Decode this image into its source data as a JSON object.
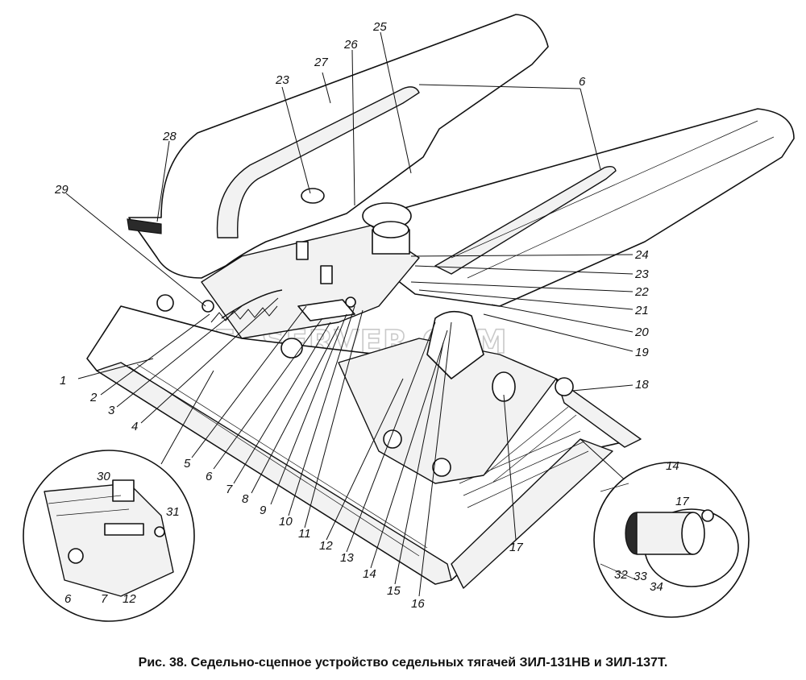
{
  "caption": "Рис. 38. Седельно-сцепное устройство седельных тягачей ЗИЛ-131НВ и ЗИЛ-137Т.",
  "watermark": "SPECSERVER.COM",
  "callouts": {
    "c1": "1",
    "c2": "2",
    "c3": "3",
    "c4": "4",
    "c5": "5",
    "c6a": "6",
    "c6b": "6",
    "c7": "7",
    "c8": "8",
    "c9": "9",
    "c10": "10",
    "c11": "11",
    "c12": "12",
    "c13": "13",
    "c14": "14",
    "c15": "15",
    "c16": "16",
    "c17": "17",
    "c18": "18",
    "c19": "19",
    "c20": "20",
    "c21": "21",
    "c22": "22",
    "c23a": "23",
    "c23b": "23",
    "c24": "24",
    "c25": "25",
    "c26": "26",
    "c27": "27",
    "c28": "28",
    "c29": "29"
  },
  "inset_left": {
    "c30": "30",
    "c31": "31",
    "c6": "6",
    "c7": "7",
    "c12": "12"
  },
  "inset_right": {
    "c14": "14",
    "c17": "17",
    "c32": "32",
    "c33": "33",
    "c34": "34"
  }
}
